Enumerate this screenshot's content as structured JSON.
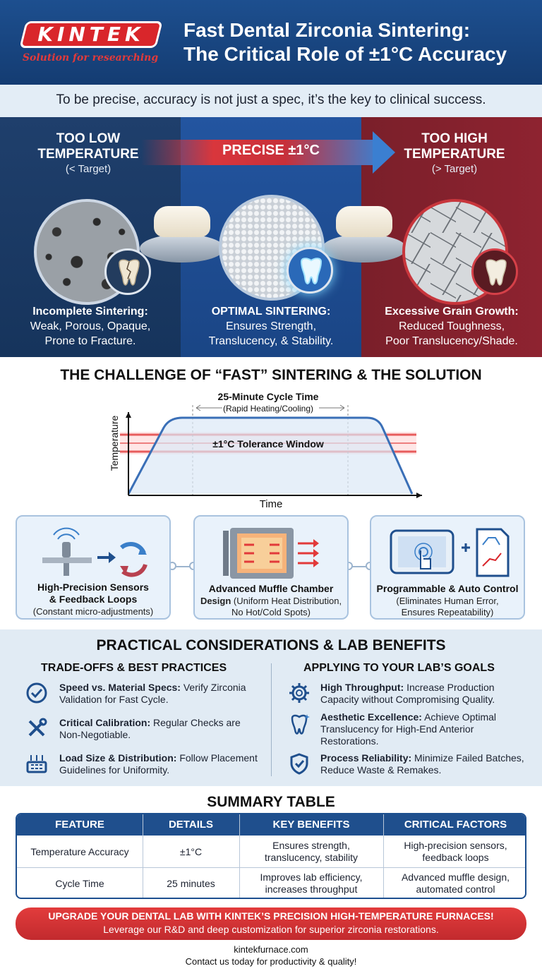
{
  "brand": {
    "logo_text": "KINTEK",
    "tagline": "Solution for researching"
  },
  "header": {
    "title_line1": "Fast Dental Zirconia Sintering:",
    "title_line2": "The Critical Role of ±1°C Accuracy"
  },
  "intro": "To be precise, accuracy is not just a spec, it’s the key to clinical success.",
  "zones": {
    "low": {
      "head_line1": "TOO LOW",
      "head_line2": "TEMPERATURE",
      "sub": "(< Target)",
      "result_title": "Incomplete Sintering:",
      "result_line1": "Weak, Porous, Opaque,",
      "result_line2": "Prone to Fracture."
    },
    "mid": {
      "head": "PRECISE ±1°C",
      "result_title": "OPTIMAL SINTERING:",
      "result_line1": "Ensures Strength,",
      "result_line2": "Translucency, & Stability."
    },
    "high": {
      "head_line1": "TOO HIGH",
      "head_line2": "TEMPERATURE",
      "sub": "(> Target)",
      "result_title": "Excessive Grain Growth:",
      "result_line1": "Reduced Toughness,",
      "result_line2": "Poor Translucency/Shade."
    }
  },
  "challenge": {
    "title": "THE CHALLENGE OF “FAST” SINTERING & THE SOLUTION",
    "cycle_label": "25-Minute Cycle Time",
    "cycle_sub": "(Rapid Heating/Cooling)",
    "tolerance_label": "±1°C Tolerance Window",
    "ylabel": "Temperature",
    "xlabel": "Time"
  },
  "cards": [
    {
      "title_line1": "High-Precision Sensors",
      "title_line2": "& Feedback Loops",
      "sub_line1": "(Constant micro-adjustments)",
      "sub_line2": ""
    },
    {
      "title_line1": "Advanced Muffle Chamber",
      "title_line2": "Design",
      "sub_line1": "(Uniform Heat Distribution,",
      "sub_line2": "No Hot/Cold Spots)"
    },
    {
      "title_line1": "Programmable & Auto Control",
      "title_line2": "",
      "sub_line1": "(Eliminates Human Error,",
      "sub_line2": "Ensures Repeatability)"
    }
  ],
  "practical": {
    "title": "PRACTICAL CONSIDERATIONS & LAB BENEFITS",
    "left_head": "TRADE-OFFS & BEST PRACTICES",
    "right_head": "APPLYING TO YOUR LAB’S GOALS",
    "left_items": [
      {
        "bold": "Speed vs. Material Specs:",
        "text": " Verify Zirconia",
        "text2": "Validation for Fast Cycle."
      },
      {
        "bold": "Critical Calibration:",
        "text": " Regular Checks are",
        "text2": "Non-Negotiable."
      },
      {
        "bold": "Load Size & Distribution:",
        "text": " Follow Placement",
        "text2": "Guidelines for Uniformity."
      }
    ],
    "right_items": [
      {
        "bold": "High Throughput:",
        "text": " Increase Production",
        "text2": "Capacity without Compromising Quality.",
        "text3": ""
      },
      {
        "bold": "Aesthetic Excellence:",
        "text": " Achieve Optimal",
        "text2": "Translucency for High-End Anterior",
        "text3": "Restorations."
      },
      {
        "bold": "Process Reliability:",
        "text": " Minimize Failed Batches,",
        "text2": "Reduce Waste & Remakes.",
        "text3": ""
      }
    ]
  },
  "summary": {
    "title": "SUMMARY TABLE",
    "headers": [
      "FEATURE",
      "DETAILS",
      "KEY BENEFITS",
      "CRITICAL FACTORS"
    ],
    "rows": [
      [
        "Temperature Accuracy",
        "±1°C",
        "Ensures strength, translucency, stability",
        "High-precision sensors, feedback loops"
      ],
      [
        "Cycle Time",
        "25 minutes",
        "Improves lab efficiency, increases throughput",
        "Advanced muffle design, automated control"
      ]
    ]
  },
  "cta": {
    "line1": "UPGRADE YOUR DENTAL LAB WITH KINTEK’S PRECISION HIGH-TEMPERATURE FURNACES!",
    "line2": "Leverage our R&D and deep customization for superior zirconia restorations."
  },
  "footer": {
    "site": "kintekfurnace.com",
    "contact": "Contact us today for productivity & quality!"
  },
  "colors": {
    "header_blue": "#1d4f8f",
    "accent_red": "#d9262b",
    "panel_light": "#e1ebf4"
  }
}
